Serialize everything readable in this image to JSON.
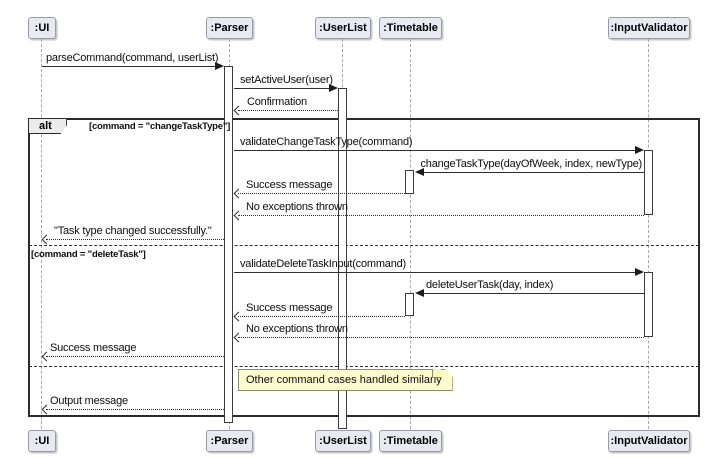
{
  "participants": [
    {
      "name": ":UI"
    },
    {
      "name": ":Parser"
    },
    {
      "name": ":UserList"
    },
    {
      "name": ":Timetable"
    },
    {
      "name": ":InputValidator"
    }
  ],
  "alt": {
    "operator": "alt",
    "guards": {
      "change_task_type": "[command = \"changeTaskType\"]",
      "delete_task": "[command = \"deleteTask\"]"
    }
  },
  "messages": {
    "parse_command": "parseCommand(command, userList)",
    "set_active_user": "setActiveUser(user)",
    "confirmation": "Confirmation",
    "validate_change_task_type": "validateChangeTaskType(command)",
    "change_task_type": "changeTaskType(dayOfWeek, index, newType)",
    "success_message_1": "Success message",
    "no_exceptions_1": "No exceptions thrown",
    "task_type_changed": "\"Task type changed successfully.\"",
    "validate_delete_task_input": "validateDeleteTaskInput(command)",
    "delete_user_task": "deleteUserTask(day, index)",
    "success_message_2": "Success message",
    "no_exceptions_2": "No exceptions thrown",
    "success_message_3": "Success message",
    "output_message": "Output message"
  },
  "note": {
    "text": "Other command cases handled similarly"
  },
  "colors": {
    "participant_fill": "#E9E9F1",
    "participant_border": "#9A9AA8",
    "note_fill": "#FCFCCF",
    "frame_border": "#2B2B2B"
  }
}
